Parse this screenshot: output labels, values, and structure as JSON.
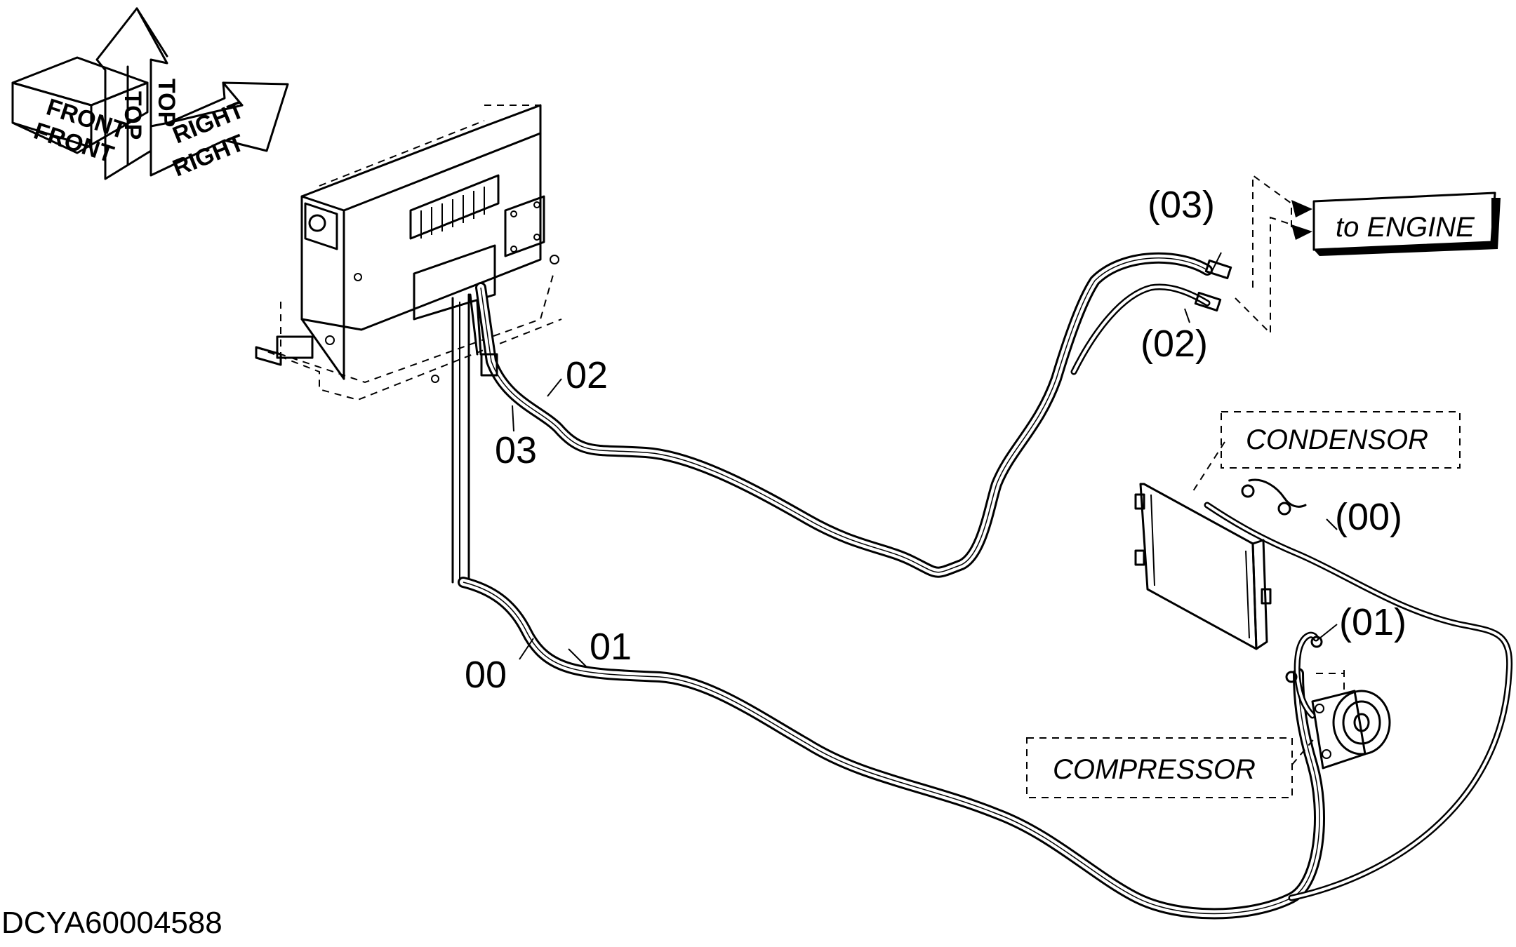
{
  "orientation": {
    "front": "FRONT",
    "top": "TOP",
    "right": "RIGHT"
  },
  "callouts": {
    "c00": "00",
    "c01": "01",
    "c02": "02",
    "c03": "03",
    "p00": "(00)",
    "p01": "(01)",
    "p02": "(02)",
    "p03": "(03)"
  },
  "components": {
    "condensor": "CONDENSOR",
    "compressor": "COMPRESSOR",
    "engine": "to ENGINE"
  },
  "document_id": "DCYA60004588"
}
